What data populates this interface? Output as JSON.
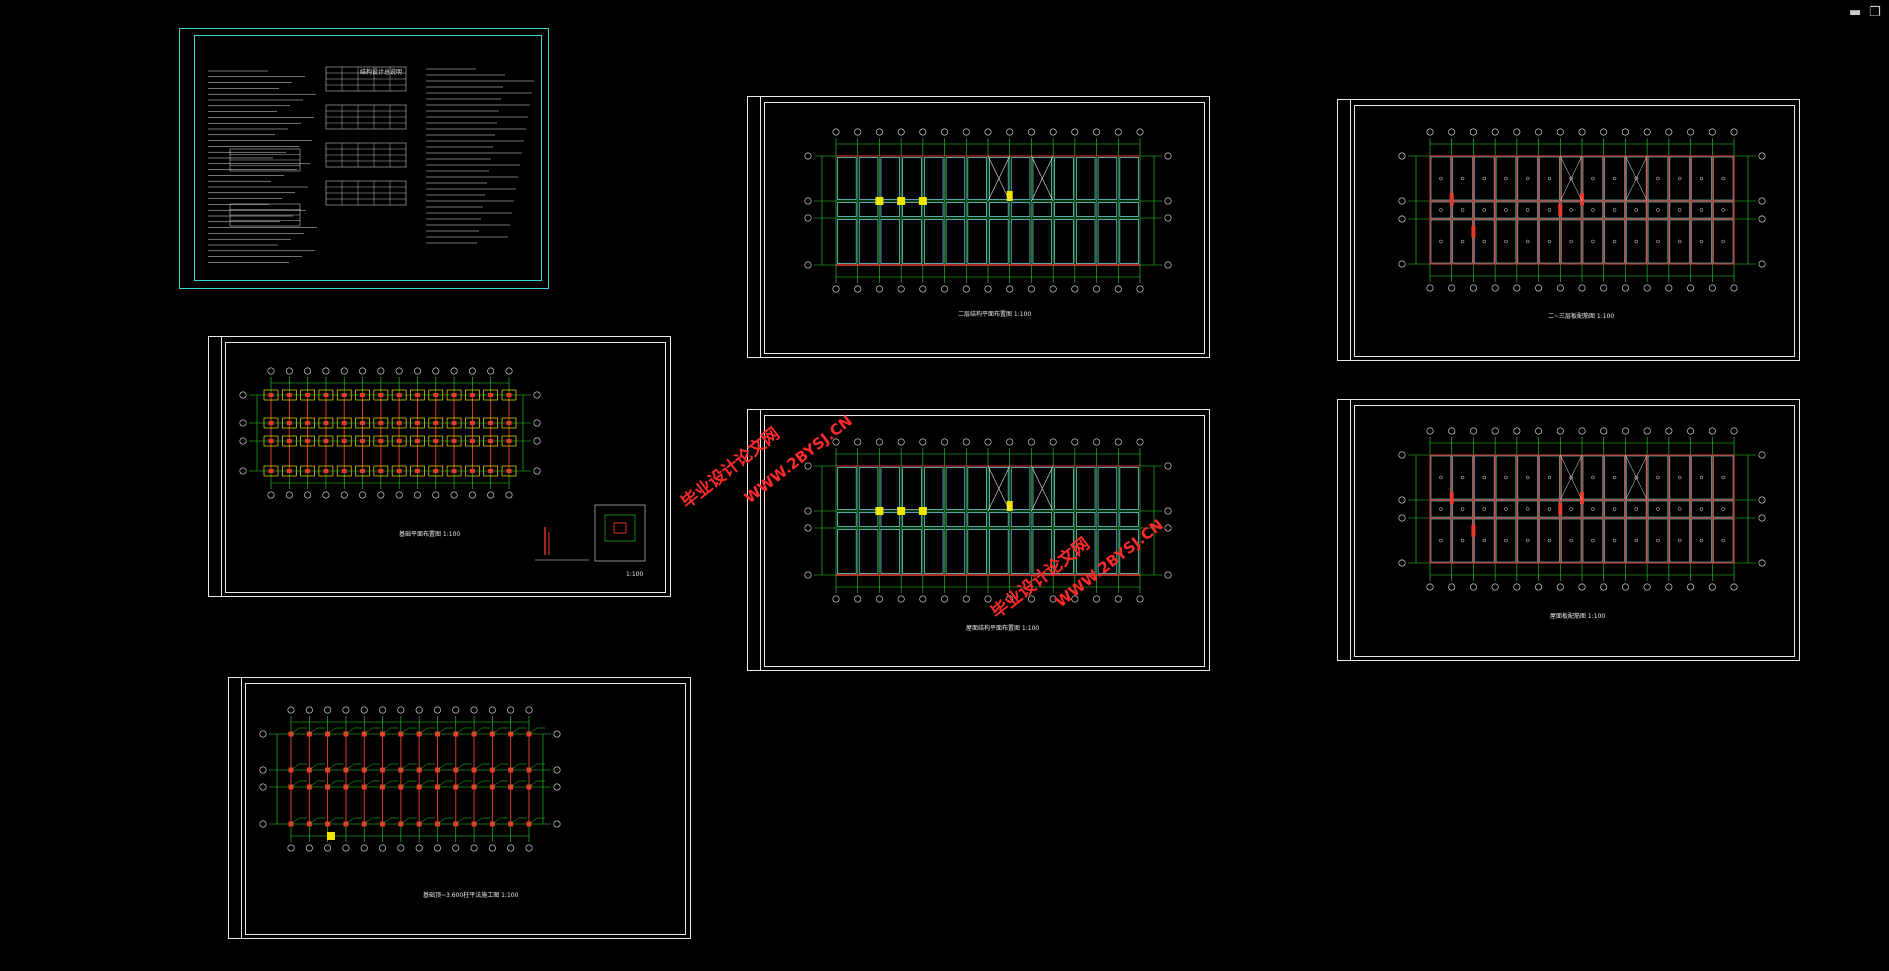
{
  "window": {
    "minimize_label": "▬",
    "restore_label": "❐"
  },
  "colors": {
    "background": "#000000",
    "frame": "#e8e8e8",
    "cyan_frame": "#3fd4d8",
    "grid_green": "#29d629",
    "column_red": "#e83a2a",
    "wall_cyan": "#6fd0d8",
    "accent_yellow": "#f2e600",
    "watermark_red": "#ff2a2a"
  },
  "watermarks": [
    {
      "cn": "毕业设计论文网",
      "url": "WWW.2BYSJ.CN"
    },
    {
      "cn": "毕业设计论文网",
      "url": "WWW.2BYSJ.CN"
    }
  ],
  "sheets": {
    "notes": {
      "title": "结构设计总说明"
    },
    "foundation": {
      "caption": "基础平面布置图 1:100",
      "detail_caption": "1:100"
    },
    "column": {
      "caption": "基础顶~3.600柱平法施工图 1:100"
    },
    "floor_a": {
      "caption": "二层结构平面布置图 1:100"
    },
    "floor_b": {
      "caption": "屋面结构平面布置图 1:100"
    },
    "slab_a": {
      "caption": "二~三层板配筋图 1:100"
    },
    "slab_b": {
      "caption": "屋面板配筋图 1:100"
    }
  }
}
